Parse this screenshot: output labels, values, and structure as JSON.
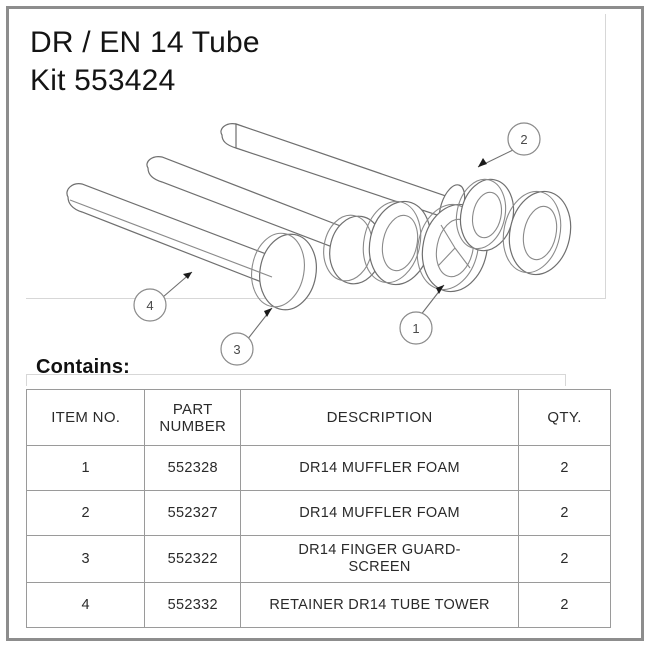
{
  "drawing": {
    "title_line1": "DR / EN 14 Tube",
    "title_line2": "Kit 553424",
    "contains_label": "Contains:",
    "callouts": [
      {
        "id": "1",
        "label": "1"
      },
      {
        "id": "2",
        "label": "2"
      },
      {
        "id": "3",
        "label": "3"
      },
      {
        "id": "4",
        "label": "4"
      }
    ],
    "colors": {
      "frame": "#8d8d8d",
      "line": "#6f6f6f",
      "text": "#141414",
      "table_border": "#9a9a9a"
    }
  },
  "bom": {
    "headers": {
      "item": "ITEM NO.",
      "part_line1": "PART",
      "part_line2": "NUMBER",
      "description": "DESCRIPTION",
      "qty": "QTY."
    },
    "rows": [
      {
        "item": "1",
        "part": "552328",
        "desc_line1": "DR14 MUFFLER FOAM",
        "desc_line2": "",
        "qty": "2"
      },
      {
        "item": "2",
        "part": "552327",
        "desc_line1": "DR14 MUFFLER FOAM",
        "desc_line2": "",
        "qty": "2"
      },
      {
        "item": "3",
        "part": "552322",
        "desc_line1": "DR14 FINGER GUARD-",
        "desc_line2": "SCREEN",
        "qty": "2"
      },
      {
        "item": "4",
        "part": "552332",
        "desc_line1": "RETAINER DR14 TUBE TOWER",
        "desc_line2": "",
        "qty": "2"
      }
    ]
  }
}
